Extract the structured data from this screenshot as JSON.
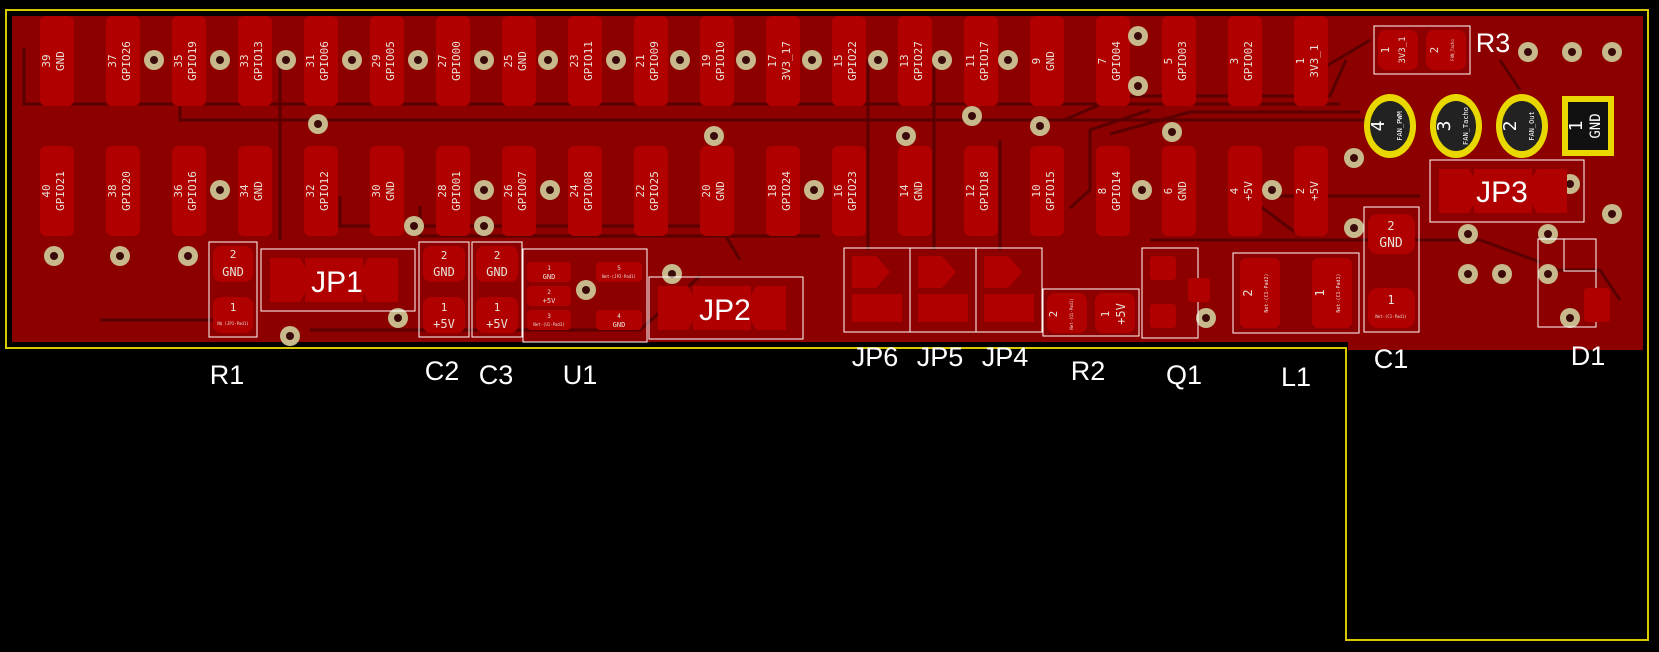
{
  "colors": {
    "background": "#000000",
    "copper": "#8c0000",
    "copper_dark": "#5a0000",
    "pad": "#b00000",
    "silk": "#ffffff",
    "outline": "#d8c800",
    "via": "#c8b98c",
    "gold": "#e8d800"
  },
  "header_top": [
    {
      "num": "39",
      "net": "GND"
    },
    {
      "num": "37",
      "net": "GPIO26"
    },
    {
      "num": "35",
      "net": "GPIO19"
    },
    {
      "num": "33",
      "net": "GPIO13"
    },
    {
      "num": "31",
      "net": "GPIO06"
    },
    {
      "num": "29",
      "net": "GPIO05"
    },
    {
      "num": "27",
      "net": "GPIO00"
    },
    {
      "num": "25",
      "net": "GND"
    },
    {
      "num": "23",
      "net": "GPIO11"
    },
    {
      "num": "21",
      "net": "GPIO09"
    },
    {
      "num": "19",
      "net": "GPIO10"
    },
    {
      "num": "17",
      "net": "3V3_17"
    },
    {
      "num": "15",
      "net": "GPIO22"
    },
    {
      "num": "13",
      "net": "GPIO27"
    },
    {
      "num": "11",
      "net": "GPIO17"
    },
    {
      "num": "9",
      "net": "GND"
    },
    {
      "num": "7",
      "net": "GPIO04"
    },
    {
      "num": "5",
      "net": "GPIO03"
    },
    {
      "num": "3",
      "net": "GPIO02"
    },
    {
      "num": "1",
      "net": "3V3_1"
    }
  ],
  "header_bottom": [
    {
      "num": "40",
      "net": "GPIO21"
    },
    {
      "num": "38",
      "net": "GPIO20"
    },
    {
      "num": "36",
      "net": "GPIO16"
    },
    {
      "num": "34",
      "net": "GND"
    },
    {
      "num": "32",
      "net": "GPIO12"
    },
    {
      "num": "30",
      "net": "GND"
    },
    {
      "num": "28",
      "net": "GPIO01"
    },
    {
      "num": "26",
      "net": "GPIO07"
    },
    {
      "num": "24",
      "net": "GPIO08"
    },
    {
      "num": "22",
      "net": "GPIO25"
    },
    {
      "num": "20",
      "net": "GND"
    },
    {
      "num": "18",
      "net": "GPIO24"
    },
    {
      "num": "16",
      "net": "GPIO23"
    },
    {
      "num": "14",
      "net": "GND"
    },
    {
      "num": "12",
      "net": "GPIO18"
    },
    {
      "num": "10",
      "net": "GPIO15"
    },
    {
      "num": "8",
      "net": "GPIO14"
    },
    {
      "num": "6",
      "net": "GND"
    },
    {
      "num": "4",
      "net": "+5V"
    },
    {
      "num": "2",
      "net": "+5V"
    }
  ],
  "components": {
    "r1": {
      "ref": "R1",
      "pad2": "2",
      "pad2_net": "GND",
      "pad1": "1",
      "pad1_net": "N$ (JP1-Pad1)"
    },
    "jp1": {
      "ref": "JP1"
    },
    "c2": {
      "ref": "C2",
      "pad2": "2",
      "pad2_net": "GND",
      "pad1": "1",
      "pad1_net": "+5V"
    },
    "c3": {
      "ref": "C3",
      "pad2": "2",
      "pad2_net": "GND",
      "pad1": "1",
      "pad1_net": "+5V"
    },
    "u1": {
      "ref": "U1",
      "p1": "1",
      "p1_net": "GND",
      "p2": "2",
      "p2_net": "+5V",
      "p3": "3",
      "p3_net": "Net-(U1-Pad3)",
      "p4": "4",
      "p4_net": "GND",
      "p5": "5",
      "p5_net": "Net-(JP2-Pad1)"
    },
    "jp2": {
      "ref": "JP2"
    },
    "jp6": {
      "ref": "JP6"
    },
    "jp5": {
      "ref": "JP5"
    },
    "jp4": {
      "ref": "JP4"
    },
    "r2": {
      "ref": "R2",
      "pad2": "2",
      "pad2_net": "Net-(Q1-Pad1)",
      "pad1": "1",
      "pad1_net": "+5V"
    },
    "q1": {
      "ref": "Q1"
    },
    "l1": {
      "ref": "L1",
      "pad2": "2",
      "pad2_net": "Net-(C1-Pad2)",
      "pad1": "1",
      "pad1_net": "Net-(C1-Pad1)"
    },
    "c1": {
      "ref": "C1",
      "pad2": "2",
      "pad2_net": "GND",
      "pad1": "1",
      "pad1_net": "Net-(C1-Pad1)"
    },
    "d1": {
      "ref": "D1"
    },
    "r3": {
      "ref": "R3",
      "pad1": "1",
      "pad1_net": "3V3_1",
      "pad2": "2",
      "pad2_net": "FAN_Tacho"
    },
    "jp3": {
      "ref": "JP3"
    },
    "fan": [
      {
        "num": "4",
        "net": "FAN_PWM"
      },
      {
        "num": "3",
        "net": "FAN_Tacho"
      },
      {
        "num": "2",
        "net": "FAN_Out"
      },
      {
        "num": "1",
        "net": "GND"
      }
    ]
  }
}
